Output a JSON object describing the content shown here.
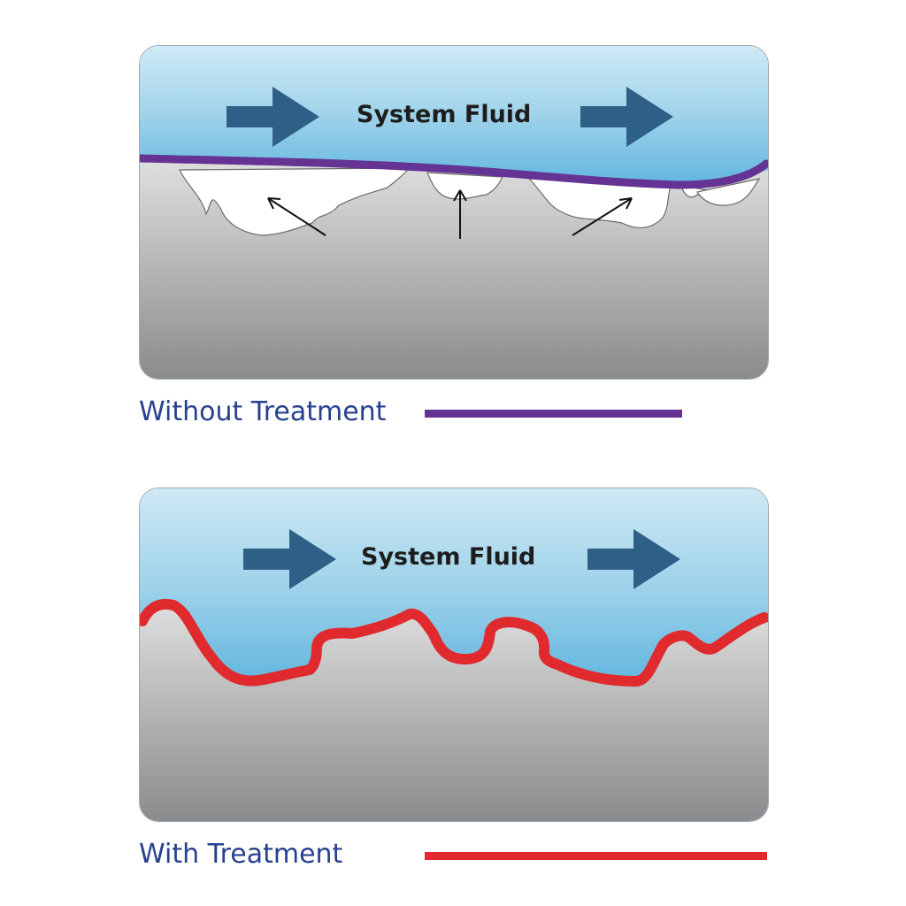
{
  "panels": [
    {
      "fluid_label": "System Fluid",
      "legend_label": "Without Treatment",
      "line_color": "#653393"
    },
    {
      "fluid_label": "System Fluid",
      "legend_label": "With Treatment",
      "line_color": "#e02a2d"
    }
  ],
  "colors": {
    "fluid_blue": "#8fcbe6",
    "flow_arrow": "#2e5f86",
    "surface_gray": "#d8d9da",
    "legend_text": "#27418f"
  },
  "icons": [
    "flow-arrow-icon",
    "force-arrow-icon"
  ]
}
